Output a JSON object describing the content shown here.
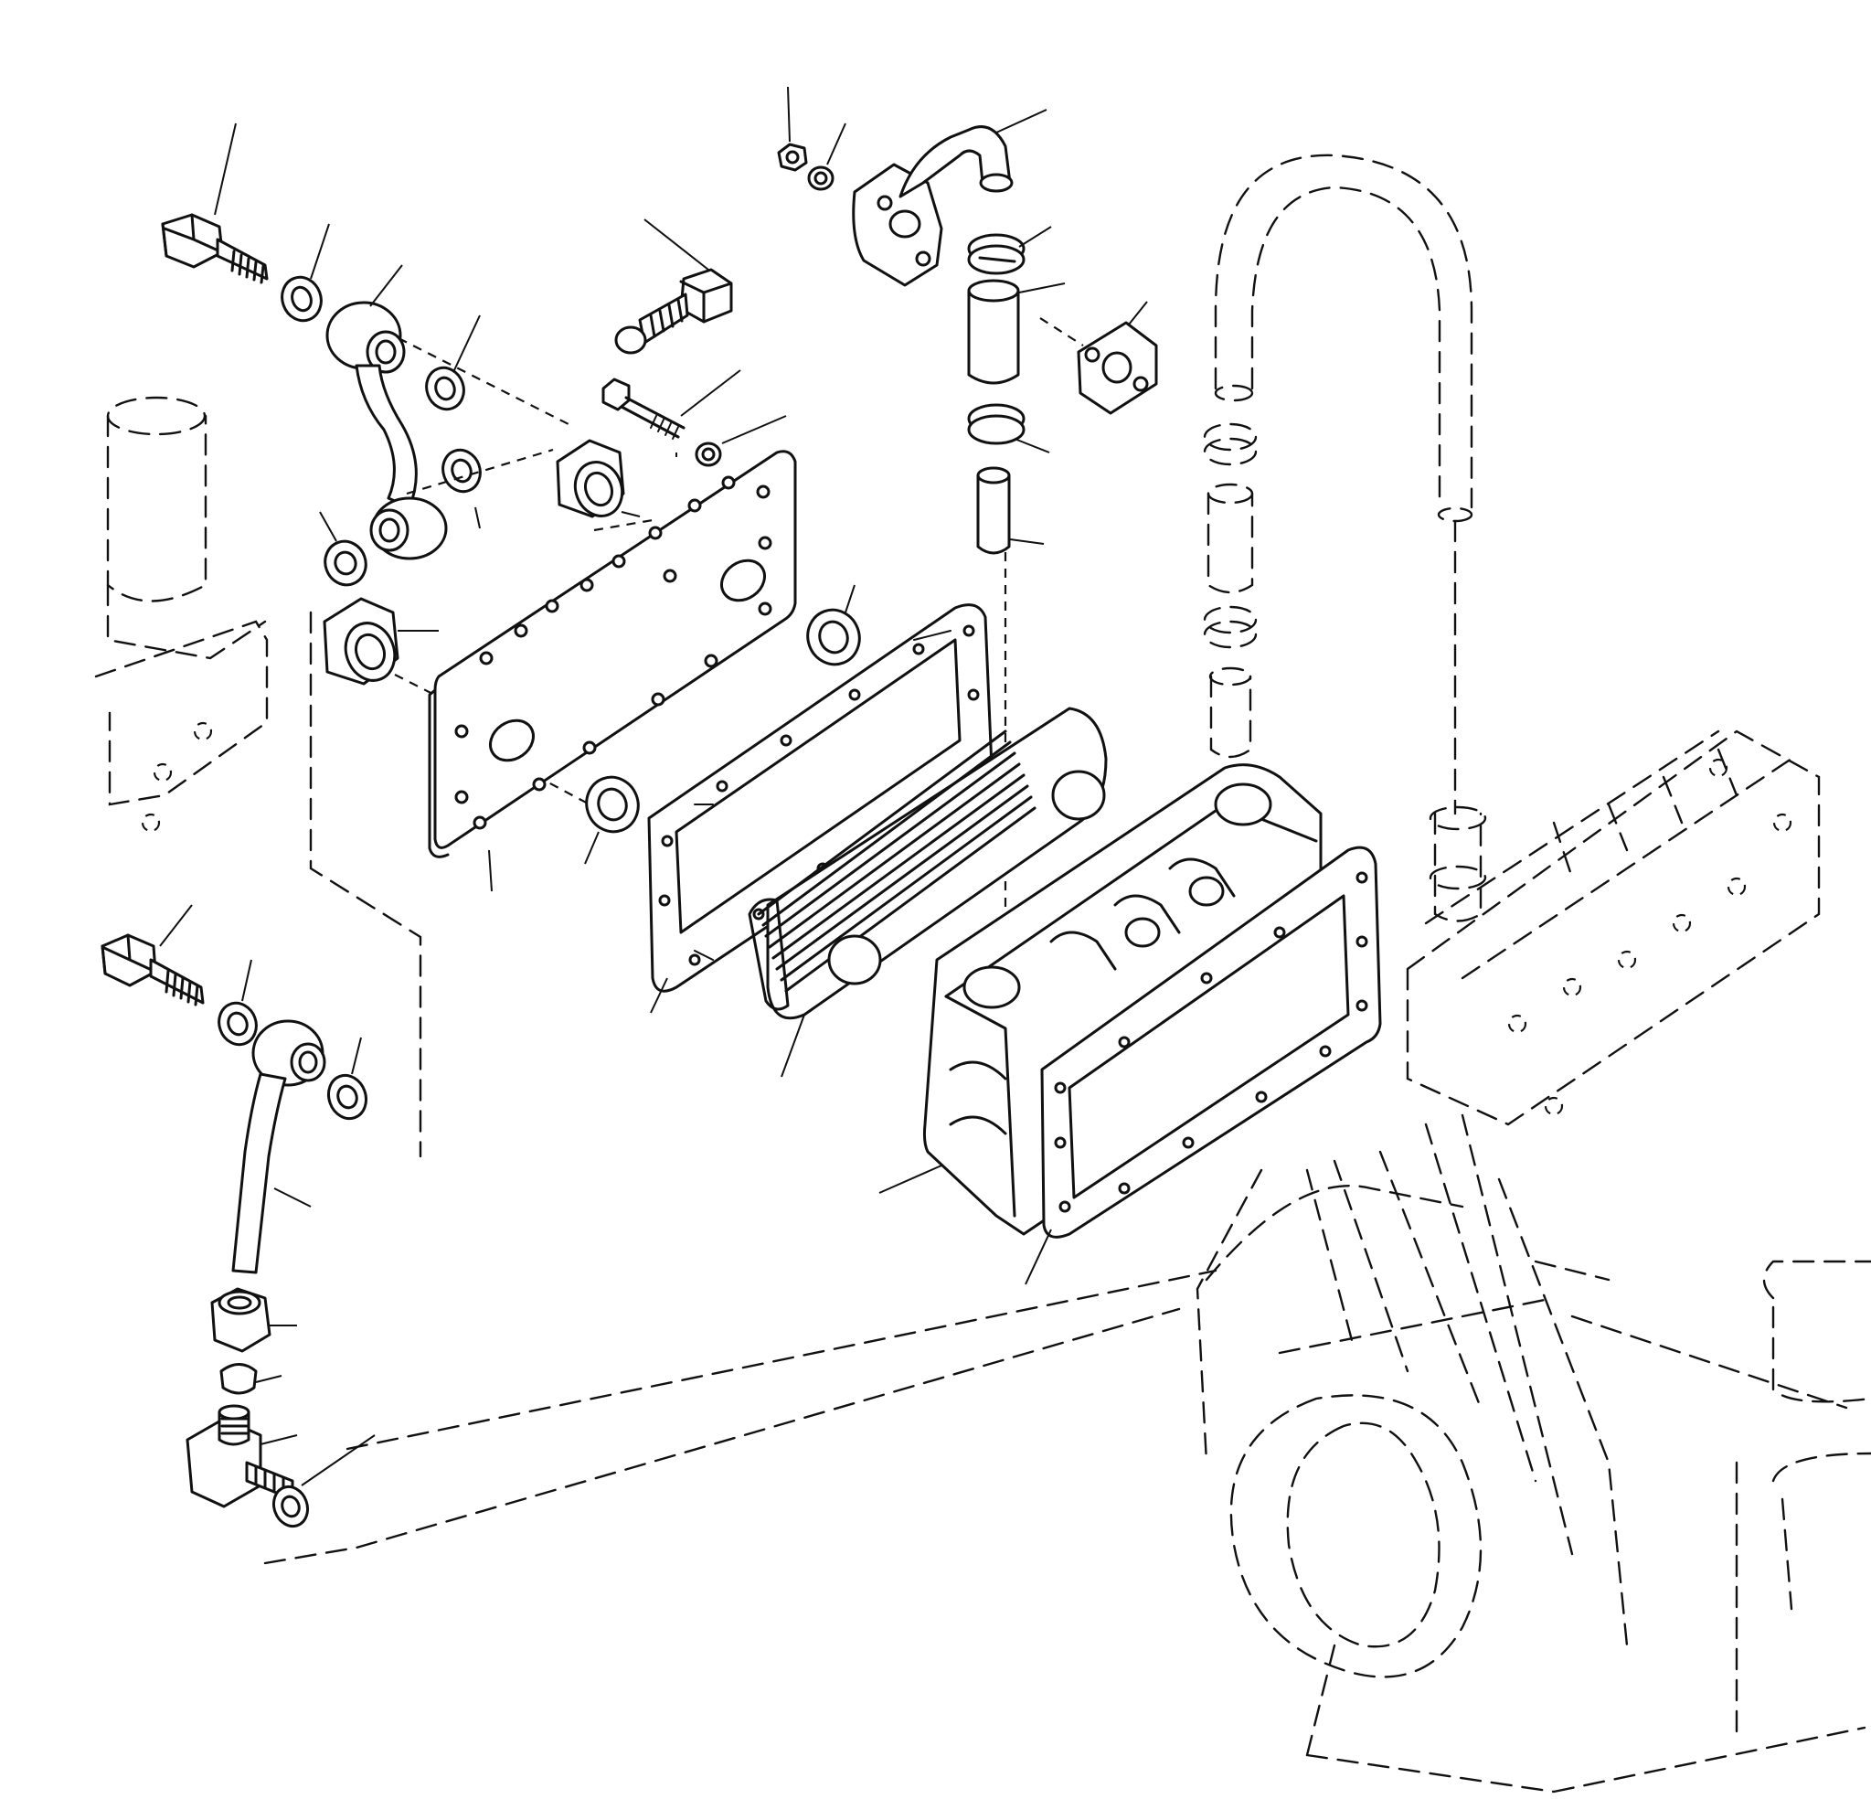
{
  "image": {
    "alt_labels": [],
    "colors": {
      "line": "#111111",
      "background": "#ffffff"
    }
  },
  "parts": [
    {
      "id": "banjo-bolt-upper",
      "icon": "banjo-bolt-icon"
    },
    {
      "id": "sealing-washer",
      "icon": "washer-icon"
    },
    {
      "id": "upper-oil-pipe",
      "icon": "pipe-icon"
    },
    {
      "id": "adapter-bolt",
      "icon": "banjo-bolt-icon"
    },
    {
      "id": "hex-nut-adapter",
      "icon": "nut-icon"
    },
    {
      "id": "cover-plate",
      "icon": "plate-icon"
    },
    {
      "id": "cover-gasket",
      "icon": "gasket-icon"
    },
    {
      "id": "cooler-element",
      "icon": "cooler-icon"
    },
    {
      "id": "cooler-housing",
      "icon": "housing-icon"
    },
    {
      "id": "housing-gasket",
      "icon": "gasket-icon"
    },
    {
      "id": "water-elbow",
      "icon": "elbow-icon"
    },
    {
      "id": "hose-clip",
      "icon": "clip-icon"
    },
    {
      "id": "water-hose",
      "icon": "hose-icon"
    },
    {
      "id": "elbow-gasket",
      "icon": "gasket-icon"
    },
    {
      "id": "banjo-bolt-lower",
      "icon": "banjo-bolt-icon"
    },
    {
      "id": "lower-oil-pipe",
      "icon": "pipe-icon"
    },
    {
      "id": "union-nut",
      "icon": "nut-icon"
    },
    {
      "id": "olive",
      "icon": "olive-icon"
    },
    {
      "id": "tee-adapter",
      "icon": "adapter-icon"
    },
    {
      "id": "engine-block-outline",
      "icon": "engine-outline-icon"
    }
  ]
}
